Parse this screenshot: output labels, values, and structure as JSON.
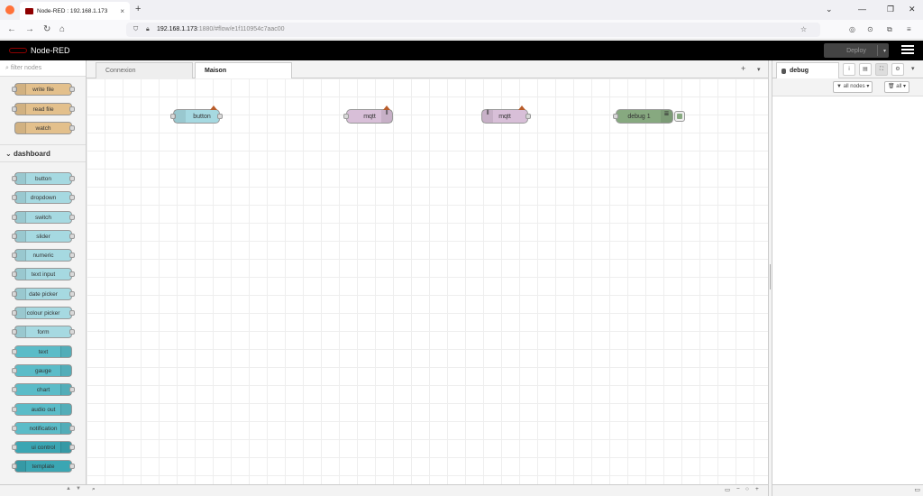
{
  "browser": {
    "tab_title": "Node-RED : 192.168.1.173",
    "tab_close": "×",
    "new_tab": "+",
    "url_host": "192.168.1.173",
    "url_rest": ":1880/#flow/e1f110954c7aac00",
    "win_min": "—",
    "win_max": "❐",
    "win_close": "✕",
    "back": "←",
    "forward": "→",
    "reload": "↻",
    "home": "⌂",
    "bookmark": "☆",
    "pocket": "◎",
    "extensions": "⧉",
    "menu": "≡"
  },
  "header": {
    "brand": "Node-RED",
    "deploy_label": "Deploy",
    "deploy_caret": "▾"
  },
  "palette": {
    "filter_placeholder": "filter nodes",
    "storage_nodes": [
      {
        "label": "write file",
        "icon": "file-write-icon"
      },
      {
        "label": "read file",
        "icon": "file-read-icon"
      },
      {
        "label": "watch",
        "icon": "watch-icon"
      }
    ],
    "category": "dashboard",
    "category_chevron": "⌄",
    "dashboard_nodes": [
      "button",
      "dropdown",
      "switch",
      "slider",
      "numeric",
      "text input",
      "date picker",
      "colour picker",
      "form",
      "text",
      "gauge",
      "chart",
      "audio out",
      "notification",
      "ui control",
      "template"
    ],
    "footer_up": "▲",
    "footer_down": "▼"
  },
  "workspace": {
    "tabs": [
      {
        "label": "Connexion",
        "active": false
      },
      {
        "label": "Maison",
        "active": true
      }
    ],
    "add_tab": "+",
    "tab_menu": "▾",
    "nodes": [
      {
        "label": "button",
        "type": "ui_button",
        "color": "#a6d9e1"
      },
      {
        "label": "mqtt",
        "type": "mqtt-out",
        "color": "#d8bfd8"
      },
      {
        "label": "mqtt",
        "type": "mqtt-in",
        "color": "#d8bfd8"
      },
      {
        "label": "debug 1",
        "type": "debug",
        "color": "#87a980"
      }
    ],
    "footer_search": "⌕",
    "zoom_out": "−",
    "zoom_reset": "○",
    "zoom_in": "+",
    "navigator": "▭"
  },
  "sidebar": {
    "tab_label": "debug",
    "info_btn": "i",
    "help_btn": "▤",
    "config_btn": "⛶",
    "settings_btn": "⚙",
    "menu_caret": "▾",
    "filter_nodes_label": "all nodes",
    "clear_label": "all",
    "footer_icon": "▭"
  },
  "colors": {
    "storage": "#e3c08c",
    "dashboard": "#a6d9e1",
    "dashboard_output": "#5bbcc8",
    "mqtt": "#d8bfd8",
    "debug": "#87a980",
    "header": "#000000"
  }
}
